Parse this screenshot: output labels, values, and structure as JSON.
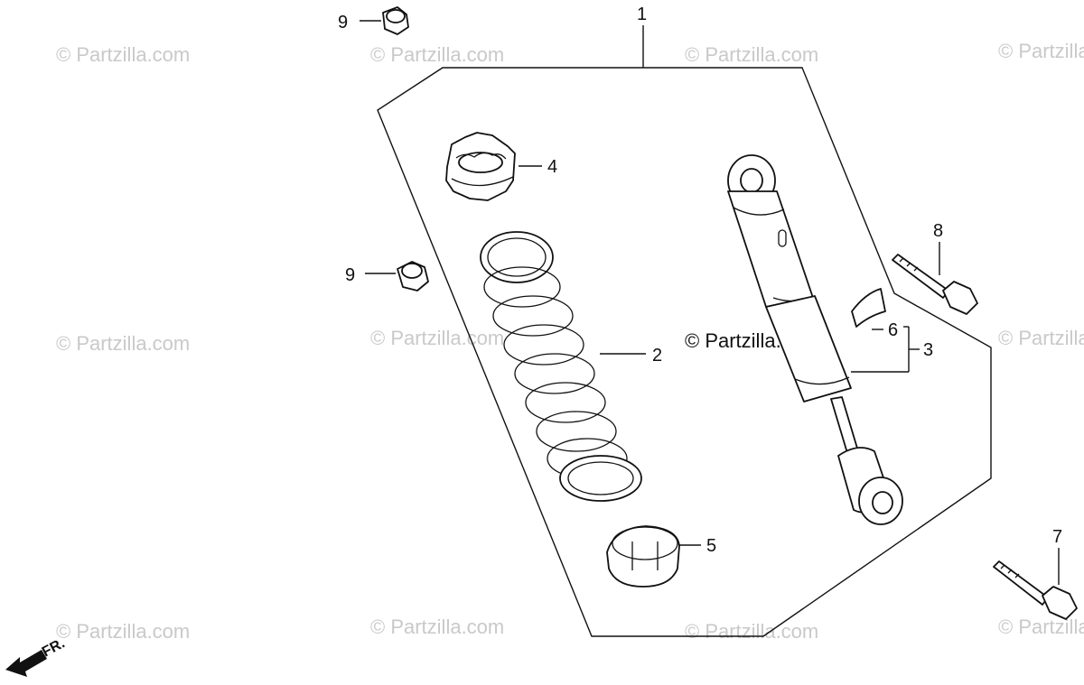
{
  "watermark": {
    "text": "© Partzilla.com",
    "center_text": "© Partzilla.com"
  },
  "direction_indicator": {
    "label": "FR."
  },
  "callouts": [
    {
      "id": "c1",
      "label": "1"
    },
    {
      "id": "c2",
      "label": "2"
    },
    {
      "id": "c3",
      "label": "3"
    },
    {
      "id": "c4",
      "label": "4"
    },
    {
      "id": "c5",
      "label": "5"
    },
    {
      "id": "c6",
      "label": "6"
    },
    {
      "id": "c7",
      "label": "7"
    },
    {
      "id": "c8",
      "label": "8"
    },
    {
      "id": "c9a",
      "label": "9"
    },
    {
      "id": "c9b",
      "label": "9"
    }
  ]
}
